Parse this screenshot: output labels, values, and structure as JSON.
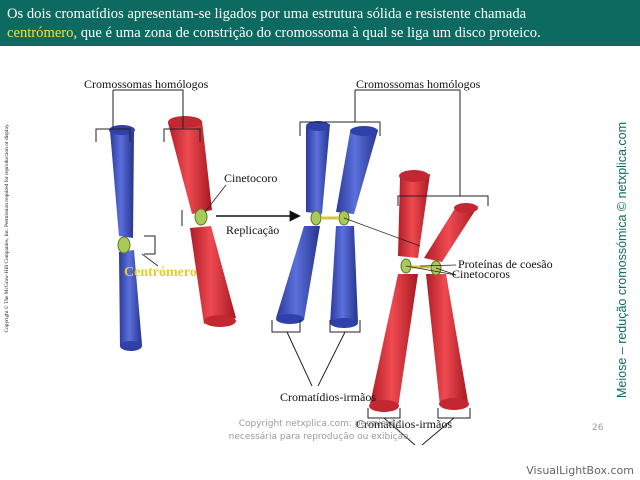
{
  "header": {
    "line1": "Os dois cromatídios apresentam-se ligados por uma estrutura sólida e resistente chamada",
    "highlight": "centrómero",
    "line2_rest": ", que é uma zona de constrição do cromossoma à qual se liga um disco proteico."
  },
  "diagram": {
    "labels": {
      "homologos_left": "Cromossomas homólogos",
      "homologos_right": "Cromossomas homólogos",
      "cinetocoro": "Cinetocoro",
      "replicacao": "Replicação",
      "centromero": "Centrómero",
      "proteinas": "Proteínas de coesão",
      "cinetocoros": "Cinetocoros",
      "cromatidios_left": "Cromatídios-irmãos",
      "cromatidios_right": "Cromatídios-irmãos"
    },
    "colors": {
      "blue_chromosome": "#3c4fbd",
      "red_chromosome": "#d8303a",
      "centromere": "#a9c95a"
    }
  },
  "side_right": "Meiose – redução cromossómica © netxplica.com",
  "side_left": "Copyright © The McGraw-Hill Companies, Inc. Permission required for reproduction or display.",
  "footer": {
    "line1": "Copyright netxplica.com: permissão",
    "line2": "necessária para reprodução ou exibição."
  },
  "page_number": "26",
  "watermark": "VisualLightBox.com"
}
